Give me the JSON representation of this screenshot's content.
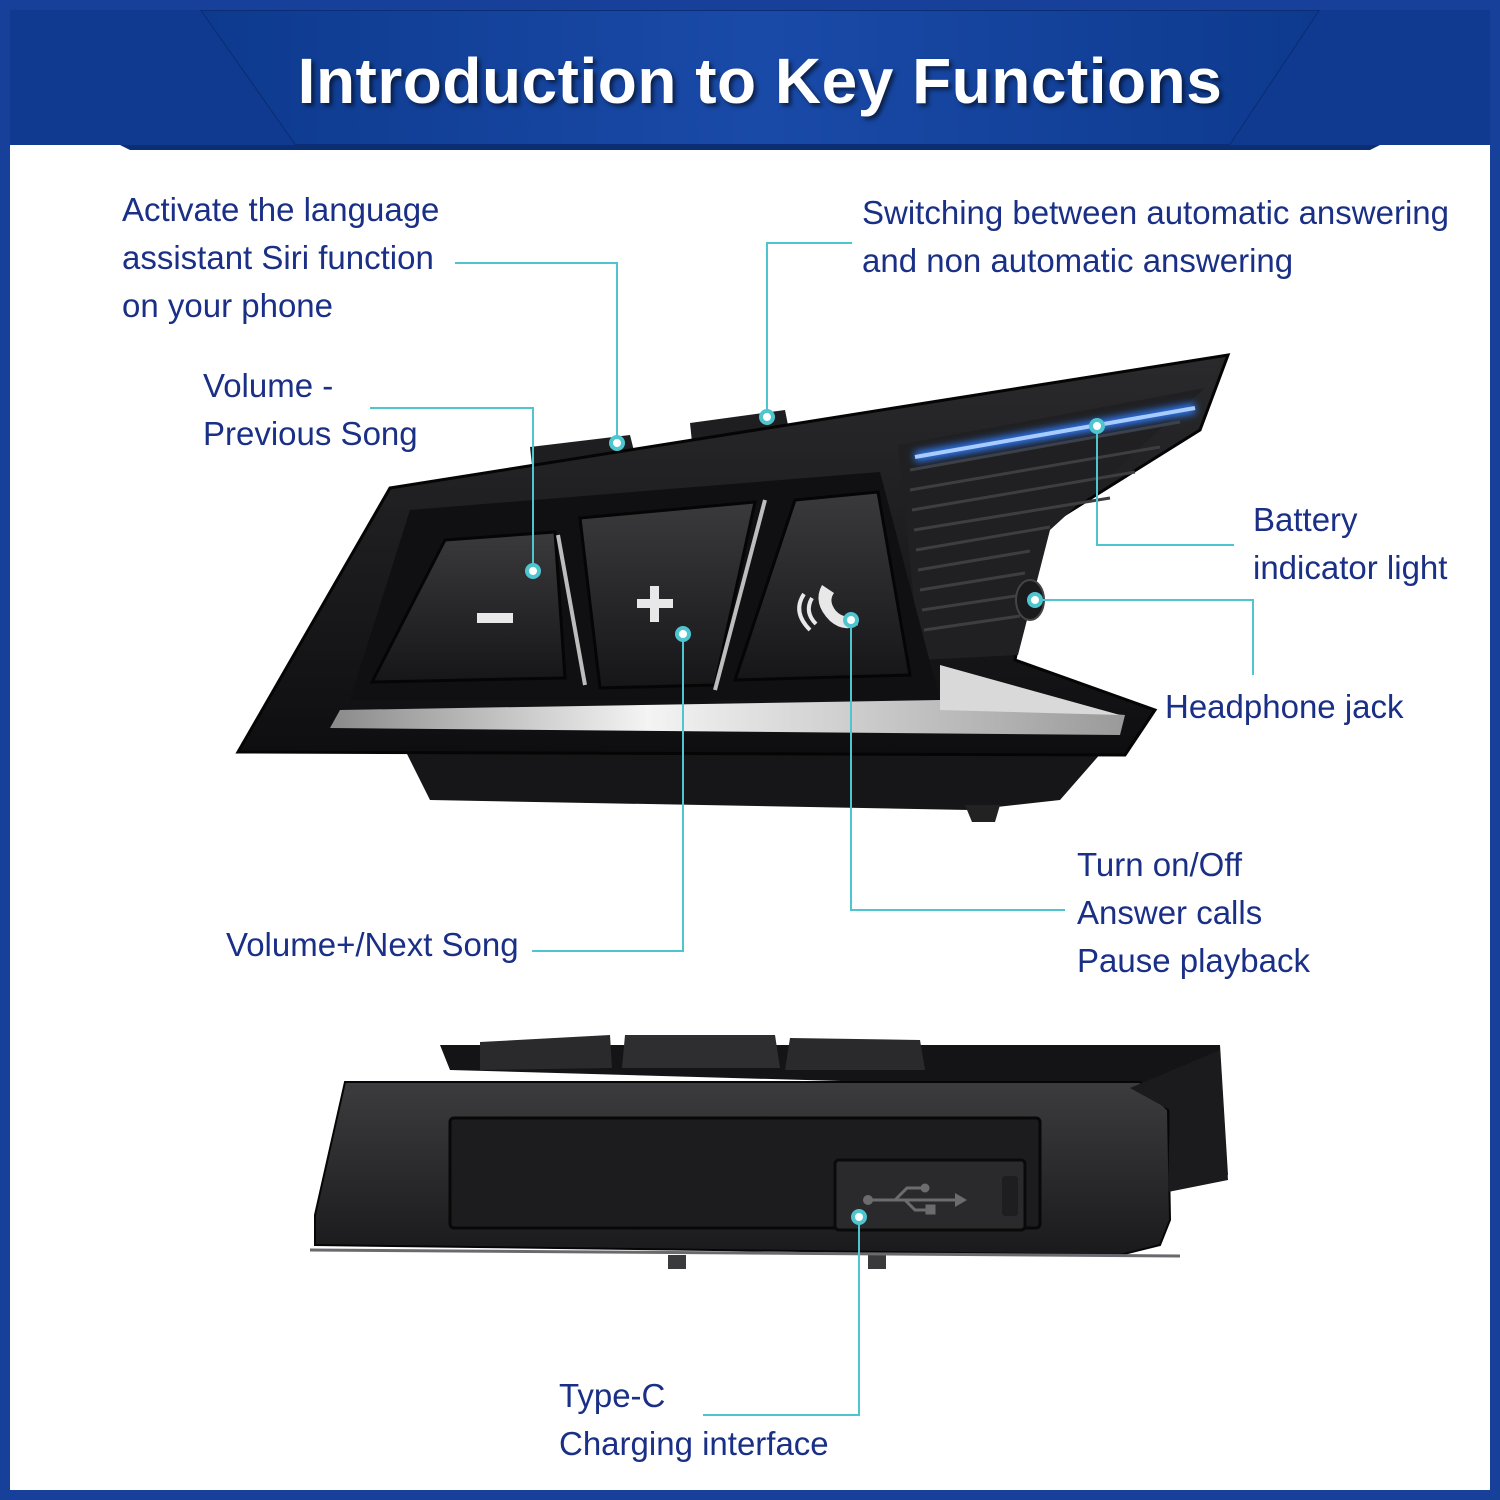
{
  "header": {
    "title": "Introduction to Key Functions",
    "band_color": "#173e9a",
    "title_color": "#ffffff"
  },
  "device": {
    "buttons": [
      {
        "name": "minus-button",
        "glyph": "−"
      },
      {
        "name": "plus-button",
        "glyph": "+"
      },
      {
        "name": "phone-button",
        "glyph": "phone-icon"
      }
    ],
    "indicator_color": "#2f7dff",
    "port_icon": "usb-icon"
  },
  "callouts": {
    "siri": {
      "lines": [
        "Activate the language",
        "assistant Siri function",
        "on your phone"
      ]
    },
    "auto_answer": {
      "lines": [
        "Switching between automatic answering",
        "and non automatic answering"
      ]
    },
    "volume_minus": {
      "lines": [
        "Volume -",
        "Previous Song"
      ]
    },
    "battery": {
      "lines": [
        "Battery",
        "indicator light"
      ]
    },
    "headphone": {
      "lines": [
        "Headphone jack"
      ]
    },
    "power": {
      "lines": [
        "Turn on/Off",
        "Answer calls",
        "Pause playback"
      ]
    },
    "volume_plus": {
      "lines": [
        "Volume+/Next Song"
      ]
    },
    "type_c": {
      "lines": [
        "Type-C",
        "Charging interface"
      ]
    }
  },
  "colors": {
    "leader_line": "#4fc6cf",
    "label_text": "#1a2f86"
  }
}
